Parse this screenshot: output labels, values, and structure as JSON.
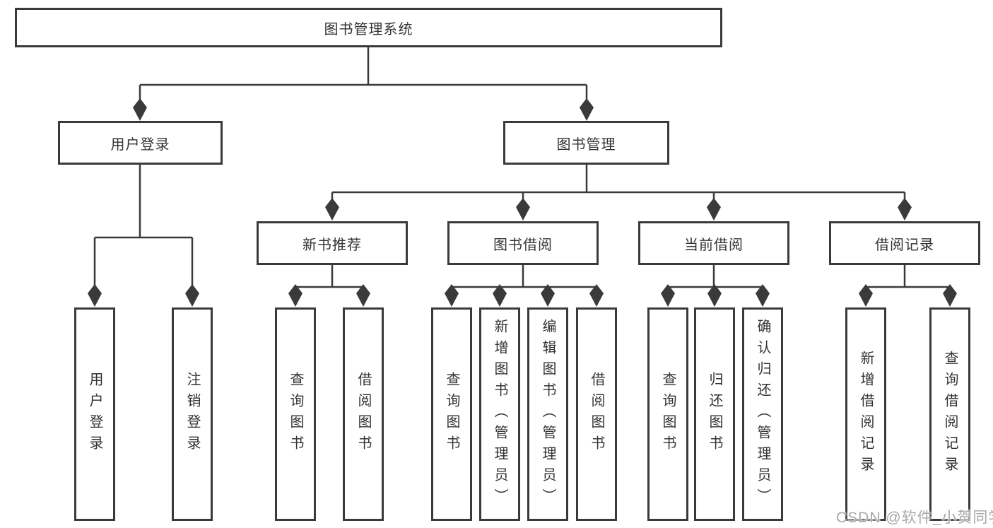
{
  "diagram": {
    "root": {
      "label": "图书管理系统"
    },
    "branches": [
      {
        "label": "用户登录",
        "children": [
          {
            "label": "用户登录"
          },
          {
            "label": "注销登录"
          }
        ]
      },
      {
        "label": "图书管理",
        "children": [
          {
            "label": "新书推荐",
            "children": [
              {
                "label": "查询图书"
              },
              {
                "label": "借阅图书"
              }
            ]
          },
          {
            "label": "图书借阅",
            "children": [
              {
                "label": "查询图书"
              },
              {
                "label": "新增图书（管理员）"
              },
              {
                "label": "编辑图书（管理员）"
              },
              {
                "label": "借阅图书"
              }
            ]
          },
          {
            "label": "当前借阅",
            "children": [
              {
                "label": "查询图书"
              },
              {
                "label": "归还图书"
              },
              {
                "label": "确认归还（管理员）"
              }
            ]
          },
          {
            "label": "借阅记录",
            "children": [
              {
                "label": "新增借阅记录"
              },
              {
                "label": "查询借阅记录"
              }
            ]
          }
        ]
      }
    ]
  },
  "watermark": {
    "text": "CSDN @软件_小贺同学"
  },
  "colors": {
    "line": "#3a3a3a",
    "box_border": "#3a3a3a",
    "box_fill": "#ffffff",
    "text": "#333333",
    "watermark": "#a8a8a8"
  }
}
